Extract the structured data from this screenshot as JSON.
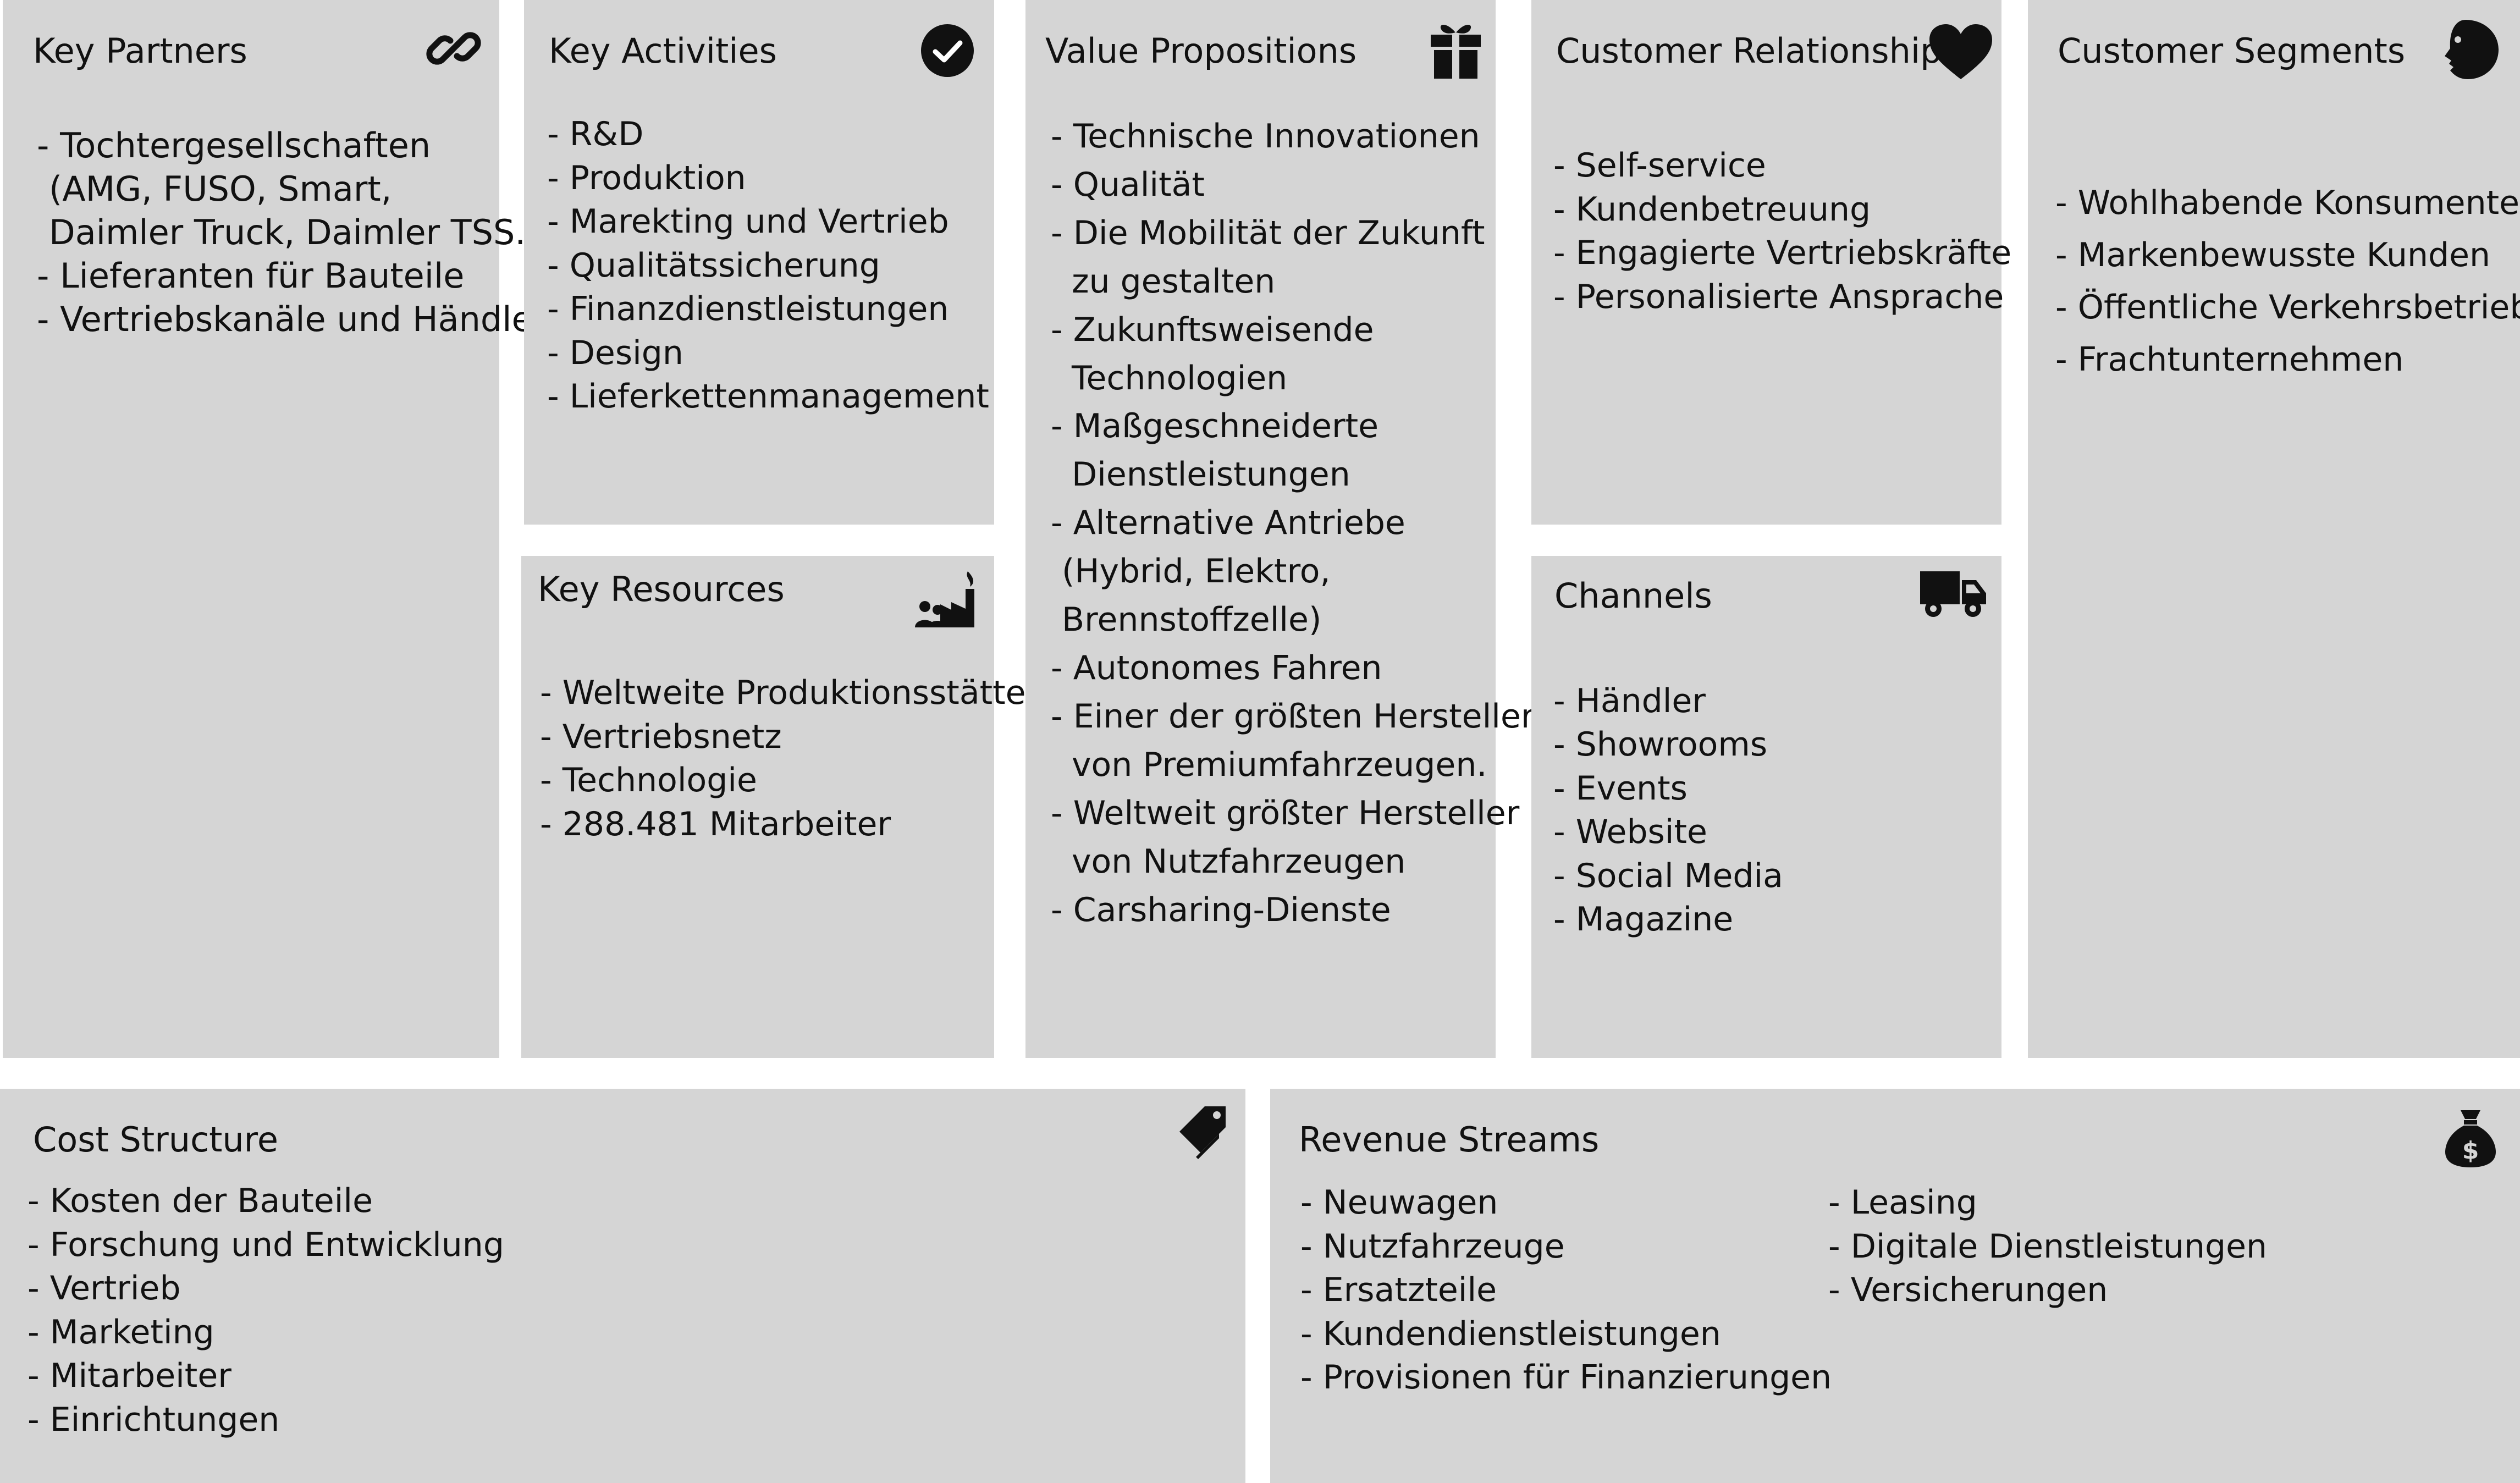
{
  "canvas": {
    "key_partners": {
      "title": "Key Partners",
      "icon": "link-icon",
      "items": [
        "- Tochtergesellschaften",
        " (AMG, FUSO, Smart,",
        " Daimler Truck, Daimler TSS...)",
        "- Lieferanten für Bauteile",
        "- Vertriebskanäle und Händler"
      ]
    },
    "key_activities": {
      "title": "Key Activities",
      "icon": "checkmark-icon",
      "items": [
        "- R&D",
        "- Produktion",
        "- Marekting und Vertrieb",
        "- Qualitätssicherung",
        "- Finanzdienstleistungen",
        "- Design",
        "- Lieferkettenmanagement"
      ]
    },
    "key_resources": {
      "title": "Key Resources",
      "icon": "factory-workers-icon",
      "items": [
        "- Weltweite Produktionsstätten",
        "- Vertriebsnetz",
        "- Technologie",
        "- 288.481 Mitarbeiter"
      ]
    },
    "value_propositions": {
      "title": "Value Propositions",
      "icon": "gift-icon",
      "items": [
        "- Technische Innovationen",
        "- Qualität",
        "- Die Mobilität der Zukunft",
        "  zu gestalten",
        "- Zukunftsweisende",
        "  Technologien",
        "- Maßgeschneiderte",
        "  Dienstleistungen",
        "- Alternative Antriebe",
        " (Hybrid, Elektro,",
        " Brennstoffzelle)",
        "- Autonomes Fahren",
        "- Einer der größten Hersteller",
        "  von Premiumfahrzeugen.",
        "- Weltweit größter Hersteller",
        "  von Nutzfahrzeugen",
        "- Carsharing-Dienste"
      ]
    },
    "customer_relationships": {
      "title": "Customer Relationships",
      "icon": "heart-icon",
      "items": [
        "- Self-service",
        "- Kundenbetreuung",
        "- Engagierte Vertriebskräfte",
        "- Personalisierte Ansprache"
      ]
    },
    "channels": {
      "title": "Channels",
      "icon": "truck-icon",
      "items": [
        "- Händler",
        "- Showrooms",
        "- Events",
        "- Website",
        "- Social Media",
        "- Magazine"
      ]
    },
    "customer_segments": {
      "title": "Customer Segments",
      "icon": "face-icon",
      "items": [
        "- Wohlhabende Konsumenten",
        "- Markenbewusste Kunden",
        "- Öffentliche Verkehrsbetriebe",
        "- Frachtunternehmen"
      ]
    },
    "cost_structure": {
      "title": "Cost Structure",
      "icon": "price-tag-icon",
      "items": [
        "- Kosten der Bauteile",
        "- Forschung und Entwicklung",
        "- Vertrieb",
        "- Marketing",
        "- Mitarbeiter",
        "- Einrichtungen"
      ]
    },
    "revenue_streams": {
      "title": "Revenue Streams",
      "icon": "money-bag-icon",
      "items_left": [
        "- Neuwagen",
        "- Nutzfahrzeuge",
        "- Ersatzteile",
        "- Kundendienstleistungen",
        "- Provisionen für Finanzierungen"
      ],
      "items_right": [
        "- Leasing",
        "- Digitale Dienstleistungen",
        "- Versicherungen"
      ]
    }
  }
}
